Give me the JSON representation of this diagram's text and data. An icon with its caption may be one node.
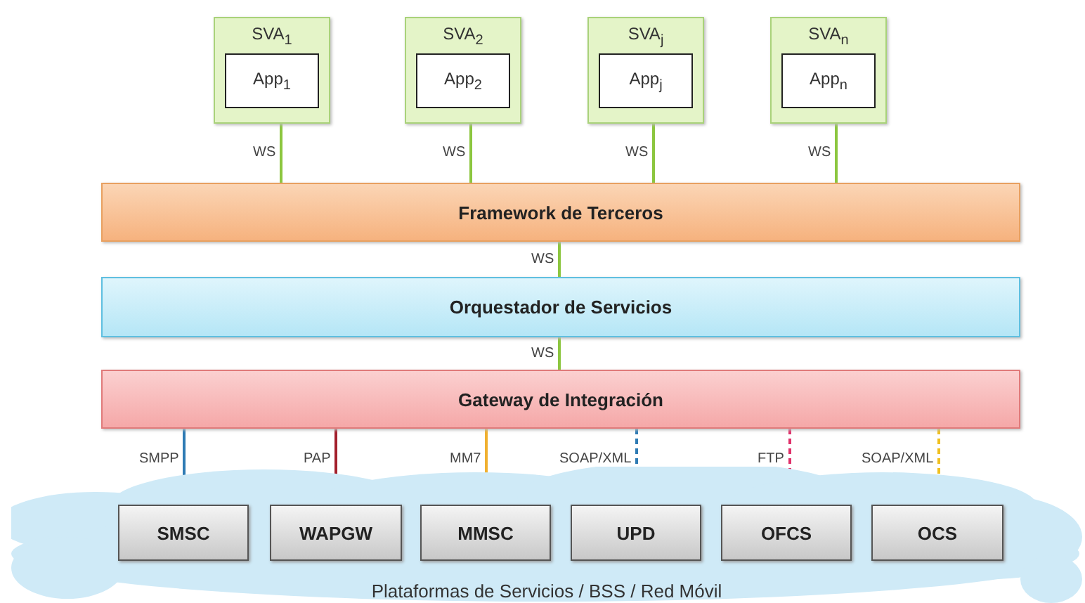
{
  "diagram": {
    "nodes": [
      {
        "text": [
          "SVA$_{1}$"
        ]
      },
      {
        "text": [
          "App$_{1}$"
        ],
        "in": 0
      },
      {
        "text": [
          "SVA$_{2}$"
        ]
      },
      {
        "text": [
          "App$_{2}$"
        ],
        "in": 2
      },
      {
        "text": [
          "SVA$_{j}$"
        ]
      },
      {
        "text": [
          "App$_{j}$"
        ],
        "in": 4
      },
      {
        "text": [
          "SVA$_{n}$"
        ]
      },
      {
        "text": [
          "App$_{n}$"
        ],
        "in": 6
      },
      {
        "text": [
          "Framework de Terceros"
        ]
      },
      {
        "text": [
          "Orquestador de Servicios"
        ]
      },
      {
        "text": [
          "Gateway de Integración"
        ]
      },
      {
        "text": [
          "Plataformas de Servicios / BSS / Red Móvil"
        ]
      },
      {
        "text": [
          "SMSC"
        ],
        "in": 11
      },
      {
        "text": [
          "WAPGW"
        ],
        "in": 11
      },
      {
        "text": [
          "MMSC"
        ],
        "in": 11
      },
      {
        "text": [
          "UPD"
        ],
        "in": 11
      },
      {
        "text": [
          "OFCS"
        ],
        "in": 11
      },
      {
        "text": [
          "OCS"
        ],
        "in": 11
      }
    ],
    "edges": [
      {
        "from": 0,
        "to": 8,
        "arrow": "none",
        "label": "WS"
      },
      {
        "from": 2,
        "to": 8,
        "arrow": "none",
        "label": "WS"
      },
      {
        "from": 4,
        "to": 8,
        "arrow": "none",
        "label": "WS"
      },
      {
        "from": 6,
        "to": 8,
        "arrow": "none",
        "label": "WS"
      },
      {
        "from": 8,
        "to": 9,
        "arrow": "none",
        "label": "WS"
      },
      {
        "from": 9,
        "to": 10,
        "arrow": "none",
        "label": "WS"
      },
      {
        "from": 10,
        "to": 12,
        "arrow": "none",
        "label": "SMPP",
        "color": "#2e7bb4"
      },
      {
        "from": 10,
        "to": 13,
        "arrow": "none",
        "label": "PAP",
        "color": "#a3202c"
      },
      {
        "from": 10,
        "to": 14,
        "arrow": "none",
        "label": "MM7",
        "color": "#f0b030"
      },
      {
        "from": 10,
        "to": 15,
        "arrow": "none",
        "label": "SOAP/XML",
        "style": "dashed",
        "color": "#2e7bb4"
      },
      {
        "from": 10,
        "to": 16,
        "arrow": "none",
        "label": "FTP",
        "style": "dashed",
        "color": "#e0306a"
      },
      {
        "from": 10,
        "to": 17,
        "arrow": "none",
        "label": "SOAP/XML",
        "style": "dashed",
        "color": "#f0c020"
      }
    ]
  }
}
